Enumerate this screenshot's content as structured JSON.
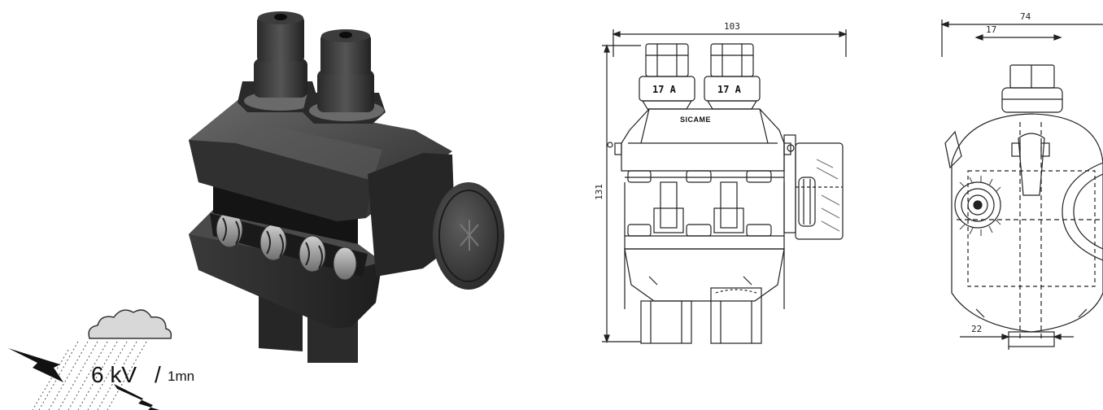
{
  "product_photo": {
    "alt_icon": "insulation-piercing-connector"
  },
  "voltage_badge": {
    "value": "6 kV",
    "separator": "/",
    "duration": "1mn",
    "icons": [
      "rain-cloud-icon",
      "lightning-bolt-icon"
    ]
  },
  "front_drawing": {
    "width_dim": "103",
    "height_dim": "131",
    "torque_labels": [
      "17 A",
      "17 A"
    ],
    "brand": "SICAME"
  },
  "side_drawing": {
    "width_dim": "74",
    "nut_dim": "17",
    "base_dim": "22"
  },
  "colors": {
    "body": "#2e2e2e",
    "body_highlight": "#5a5a5a",
    "line": "#222222"
  }
}
